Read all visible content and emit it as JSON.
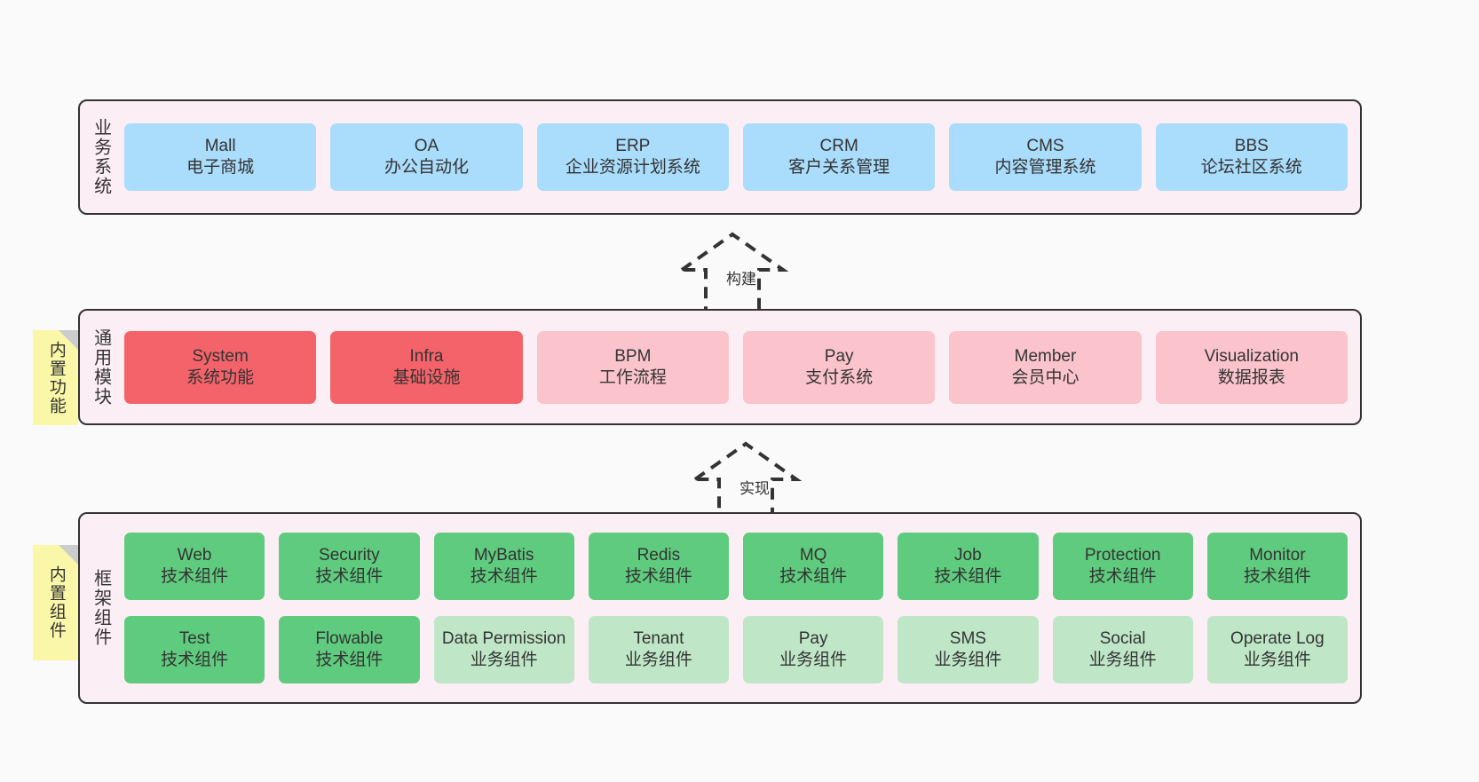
{
  "diagram": {
    "background": "#fafafa",
    "panel_fill": "#fceef5",
    "panel_border": "#333333",
    "note_fill": "#fbf7a8",
    "colors": {
      "business": "#aadcfb",
      "module_active": "#f4636a",
      "module_plain": "#fbc4cc",
      "tech_component": "#5fcb7e",
      "biz_component": "#bfe7c7"
    }
  },
  "business_layer": {
    "title": "业务系统",
    "items": [
      {
        "en": "Mall",
        "cn": "电子商城"
      },
      {
        "en": "OA",
        "cn": "办公自动化"
      },
      {
        "en": "ERP",
        "cn": "企业资源计划系统"
      },
      {
        "en": "CRM",
        "cn": "客户关系管理"
      },
      {
        "en": "CMS",
        "cn": "内容管理系统"
      },
      {
        "en": "BBS",
        "cn": "论坛社区系统"
      }
    ]
  },
  "arrow_build": {
    "label": "构建"
  },
  "module_layer": {
    "title": "通用模块",
    "note": "内置功能",
    "items": [
      {
        "en": "System",
        "cn": "系统功能",
        "style": "red"
      },
      {
        "en": "Infra",
        "cn": "基础设施",
        "style": "red"
      },
      {
        "en": "BPM",
        "cn": "工作流程",
        "style": "pink"
      },
      {
        "en": "Pay",
        "cn": "支付系统",
        "style": "pink"
      },
      {
        "en": "Member",
        "cn": "会员中心",
        "style": "pink"
      },
      {
        "en": "Visualization",
        "cn": "数据报表",
        "style": "pink"
      }
    ]
  },
  "arrow_impl": {
    "label": "实现"
  },
  "framework_layer": {
    "title": "框架组件",
    "note": "内置组件",
    "row_tech": [
      {
        "en": "Web",
        "cn": "技术组件"
      },
      {
        "en": "Security",
        "cn": "技术组件"
      },
      {
        "en": "MyBatis",
        "cn": "技术组件"
      },
      {
        "en": "Redis",
        "cn": "技术组件"
      },
      {
        "en": "MQ",
        "cn": "技术组件"
      },
      {
        "en": "Job",
        "cn": "技术组件"
      },
      {
        "en": "Protection",
        "cn": "技术组件"
      },
      {
        "en": "Monitor",
        "cn": "技术组件"
      }
    ],
    "row_mixed": [
      {
        "en": "Test",
        "cn": "技术组件",
        "style": "green"
      },
      {
        "en": "Flowable",
        "cn": "技术组件",
        "style": "green"
      },
      {
        "en": "Data Permission",
        "cn": "业务组件",
        "style": "lightgreen"
      },
      {
        "en": "Tenant",
        "cn": "业务组件",
        "style": "lightgreen"
      },
      {
        "en": "Pay",
        "cn": "业务组件",
        "style": "lightgreen"
      },
      {
        "en": "SMS",
        "cn": "业务组件",
        "style": "lightgreen"
      },
      {
        "en": "Social",
        "cn": "业务组件",
        "style": "lightgreen"
      },
      {
        "en": "Operate Log",
        "cn": "业务组件",
        "style": "lightgreen"
      }
    ]
  }
}
